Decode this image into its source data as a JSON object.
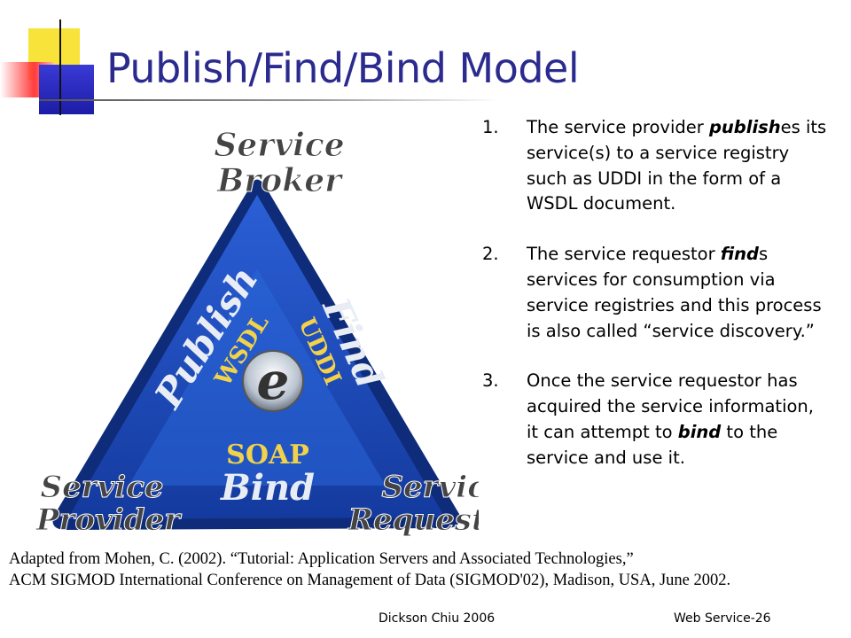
{
  "title": "Publish/Find/Bind Model",
  "diagram": {
    "broker_line1": "Service",
    "broker_line2": "Broker",
    "publish": "Publish",
    "wsdl": "WSDL",
    "find": "Find",
    "uddi": "UDDI",
    "soap": "SOAP",
    "bind": "Bind",
    "provider_line1": "Service",
    "provider_line2": "Provider",
    "requester_line1": "Service",
    "requester_line2": "Requester",
    "center_letter": "e"
  },
  "items": [
    {
      "num": "1.",
      "pre": "The service provider ",
      "verb": "publish",
      "post": "es its service(s) to a service registry such as UDDI in the form of a WSDL document."
    },
    {
      "num": "2.",
      "pre": "The service requestor ",
      "verb": "find",
      "post": "s services for consumption via service registries and this process is also called “service discovery.”"
    },
    {
      "num": "3.",
      "pre": "Once the service requestor has acquired the service information, it can attempt to ",
      "verb": "bind",
      "post": " to the service and use it."
    }
  ],
  "citation": {
    "line1": "Adapted from Mohen, C. (2002). “Tutorial: Application Servers and Associated Technologies,”",
    "line2": "ACM SIGMOD International Conference on Management of Data (SIGMOD'02), Madison, USA, June 2002."
  },
  "footer": {
    "left": "Dickson Chiu 2006",
    "right": "Web Service-26"
  },
  "colors": {
    "title": "#2b2b8f",
    "triangle": "#1a3fb0"
  }
}
